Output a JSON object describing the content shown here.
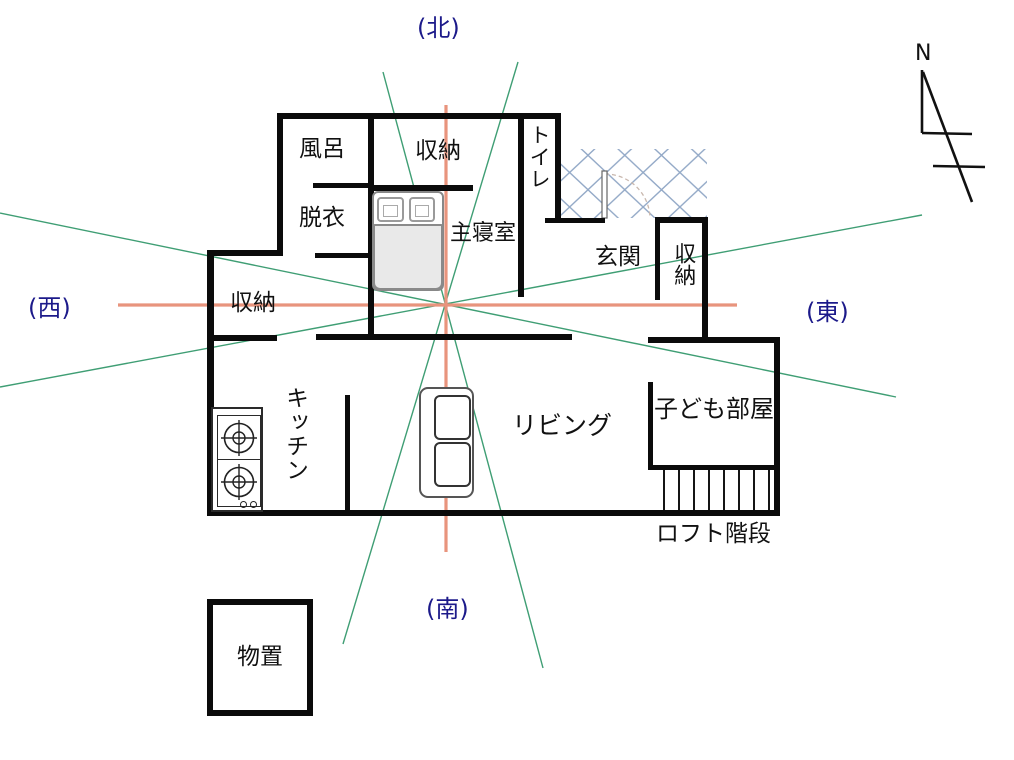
{
  "title": "floor-plan-with-feng-shui-direction-lines",
  "directions": {
    "north": "(北)",
    "south": "(南)",
    "east": "(東)",
    "west": "(西)"
  },
  "compass": {
    "north_letter": "N"
  },
  "rooms": {
    "bath": "風呂",
    "closet_top": "収納",
    "toilet": "トイレ",
    "dressing": "脱衣",
    "master_bedroom": "主寝室",
    "entrance": "玄関",
    "entrance_closet": "収納",
    "closet_west": "収納",
    "kitchen": "キッチン",
    "living": "リビング",
    "kids_room": "子ども部屋",
    "loft_stairs": "ロフト階段",
    "shed": "物置"
  },
  "furniture": {
    "bed": "double-bed-with-two-pillows",
    "sofa": "two-seat-sofa",
    "stove": "two-burner-kitchen-stove",
    "entrance_door": "hinged-door-with-swing-arc",
    "entrance_lattice": "lattice-porch-pattern",
    "loft_stairs_treads": "stair-treads"
  },
  "colors": {
    "wall": "#0b0b0b",
    "room_label": "#111111",
    "direction_label": "#1c1a8a",
    "orange_axis": "#e8947d",
    "green_sector": "#3f9e74",
    "lattice": "#93a9c7",
    "bed_fill": "#e9e9e9"
  }
}
